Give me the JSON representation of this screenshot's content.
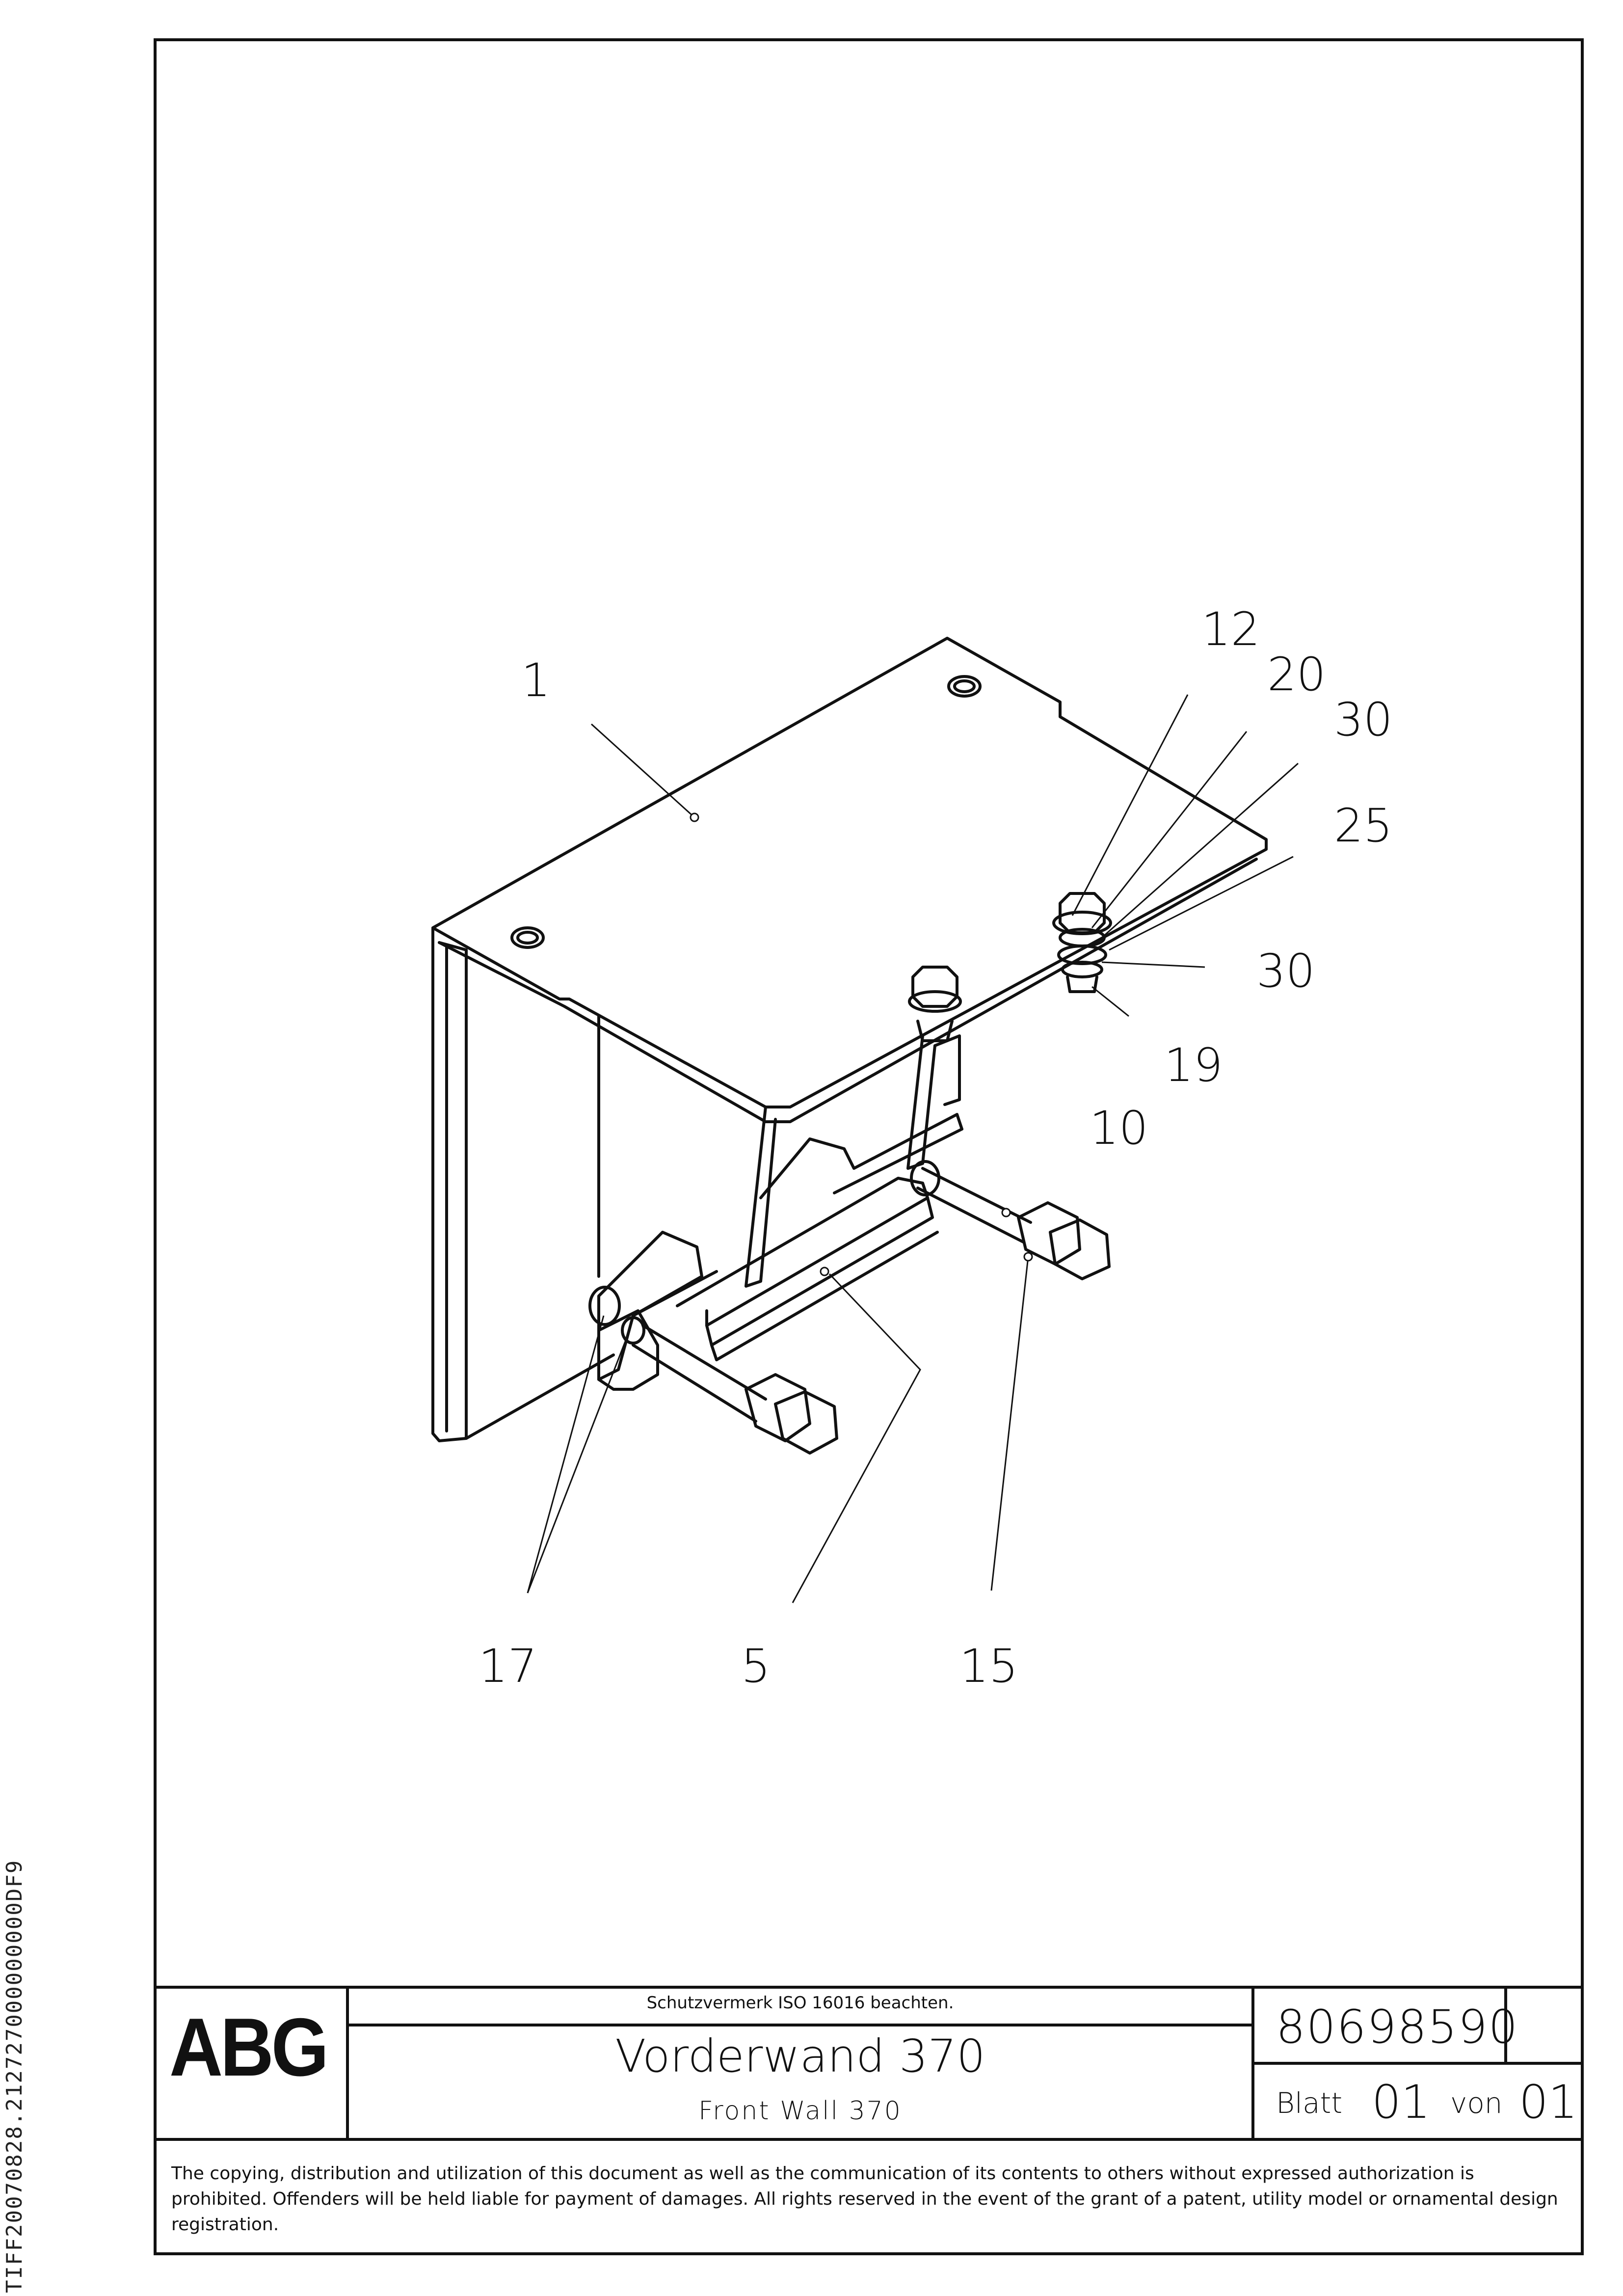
{
  "side_identifier": "TIFF20070828.212727000000000DF9",
  "callouts": [
    {
      "id": "callout-1",
      "text": "1"
    },
    {
      "id": "callout-12",
      "text": "12"
    },
    {
      "id": "callout-20",
      "text": "20"
    },
    {
      "id": "callout-30-top",
      "text": "30"
    },
    {
      "id": "callout-25",
      "text": "25"
    },
    {
      "id": "callout-30-mid",
      "text": "30"
    },
    {
      "id": "callout-19",
      "text": "19"
    },
    {
      "id": "callout-10",
      "text": "10"
    },
    {
      "id": "callout-17",
      "text": "17"
    },
    {
      "id": "callout-5",
      "text": "5"
    },
    {
      "id": "callout-15",
      "text": "15"
    }
  ],
  "title_block": {
    "logo": "ABG",
    "protection_note": "Schutzvermerk ISO 16016 beachten.",
    "title_de": "Vorderwand 370",
    "title_en": "Front Wall 370",
    "part_number": "80698590",
    "sheet_label": "Blatt",
    "sheet_number": "01",
    "of_label": "von",
    "sheet_total": "01"
  },
  "copyright_notice": "The copying, distribution and utilization of this document as well as the communication of its contents to others without expressed authorization is prohibited. Offenders will be held liable for payment of damages. All rights reserved in the event of the grant of a patent, utility model or ornamental design registration."
}
